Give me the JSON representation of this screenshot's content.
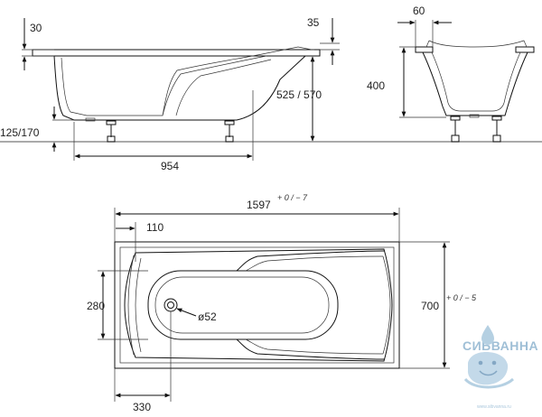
{
  "side_view": {
    "dim_rim_left": "30",
    "dim_rim_right": "35",
    "dim_height": "525 / 570",
    "dim_feet": "125/170",
    "dim_length": "954"
  },
  "end_view": {
    "dim_rim_width": "60",
    "dim_depth": "400"
  },
  "top_view": {
    "dim_overall_length": "1597",
    "dim_overall_length_tol": "+ 0 / − 7",
    "dim_drain_offset": "110",
    "dim_drain_y": "280",
    "dim_drain_diameter": "ø52",
    "dim_width": "700",
    "dim_width_tol": "+ 0 / − 5",
    "dim_bottom": "330"
  },
  "watermark": {
    "brand": "СИБВАННА",
    "url": "www.sibvanna.ru",
    "color": "#8fb4cf"
  }
}
